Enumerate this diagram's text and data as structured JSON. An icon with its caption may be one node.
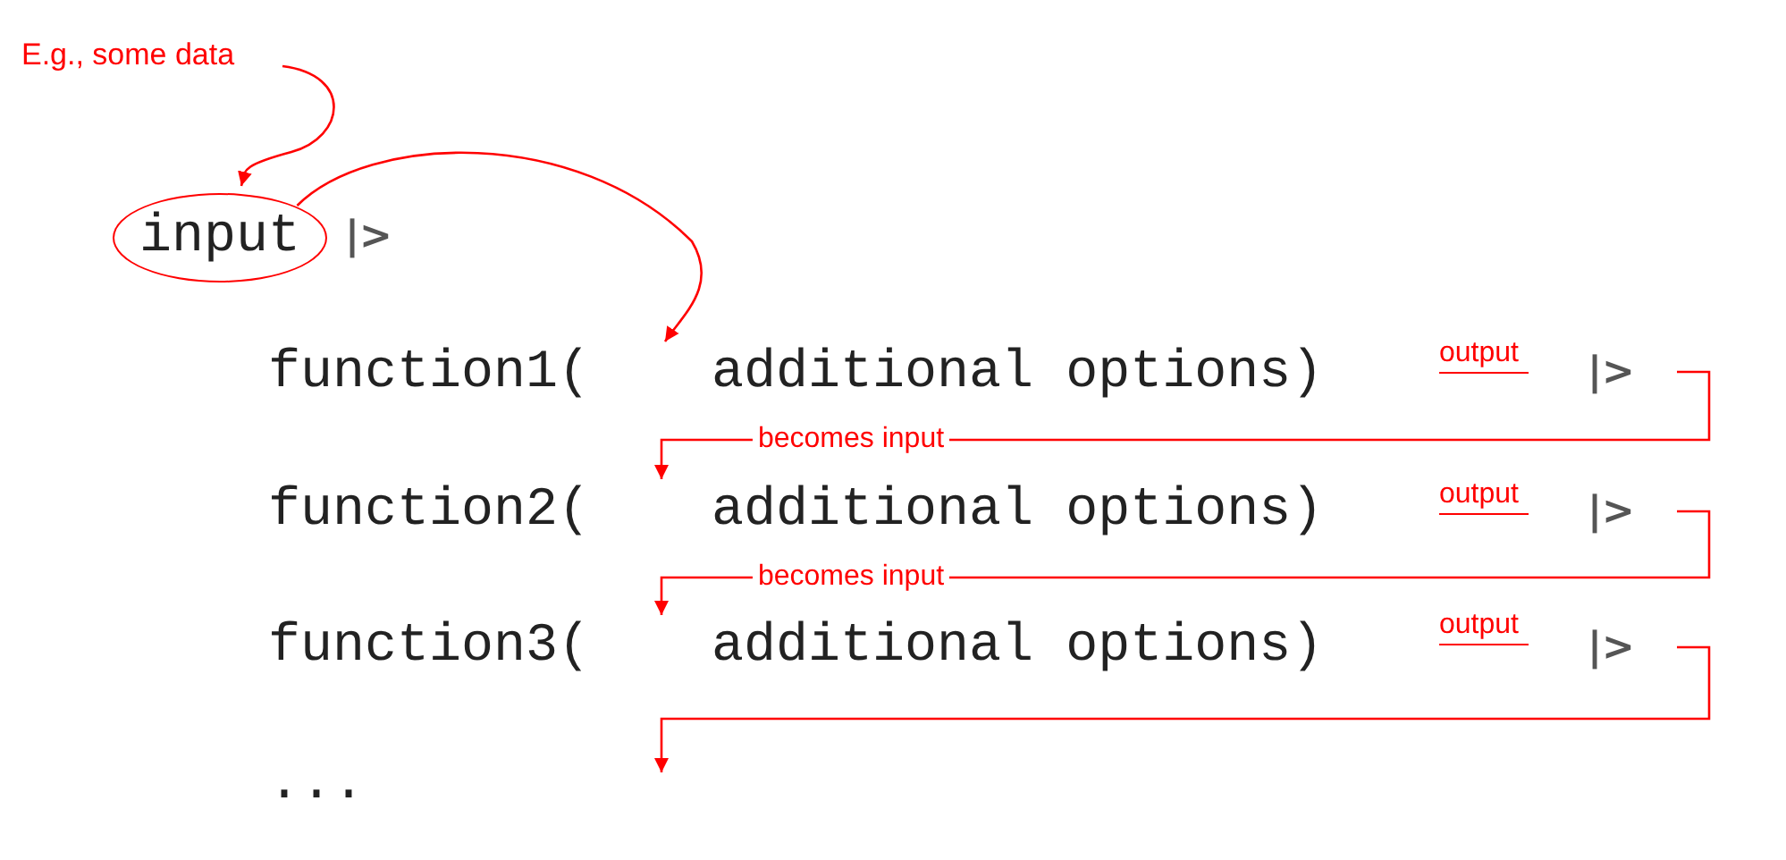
{
  "diagram": {
    "nodes": [
      {
        "text": [
          "E.g., some data"
        ]
      },
      {
        "text": [
          "input"
        ]
      },
      {
        "text": [
          "function1(",
          "additional options)"
        ]
      },
      {
        "text": [
          "|>"
        ]
      },
      {
        "text": [
          "function2(",
          "additional options)"
        ]
      },
      {
        "text": [
          "|>"
        ]
      },
      {
        "text": [
          "function3(",
          "additional options)"
        ]
      },
      {
        "text": [
          "|>"
        ]
      }
    ],
    "edges": [
      {
        "from": 0,
        "to": 1,
        "arrow": "to"
      },
      {
        "from": 1,
        "to": 2,
        "arrow": "to"
      },
      {
        "from": 3,
        "to": 4,
        "arrow": "to",
        "label": "becomes input"
      },
      {
        "from": 5,
        "to": 6,
        "arrow": "to",
        "label": "becomes input"
      },
      {
        "from": 7,
        "to": null,
        "arrow": "to"
      }
    ],
    "labels": [
      "|>",
      "output",
      "output",
      "output",
      "..."
    ]
  }
}
